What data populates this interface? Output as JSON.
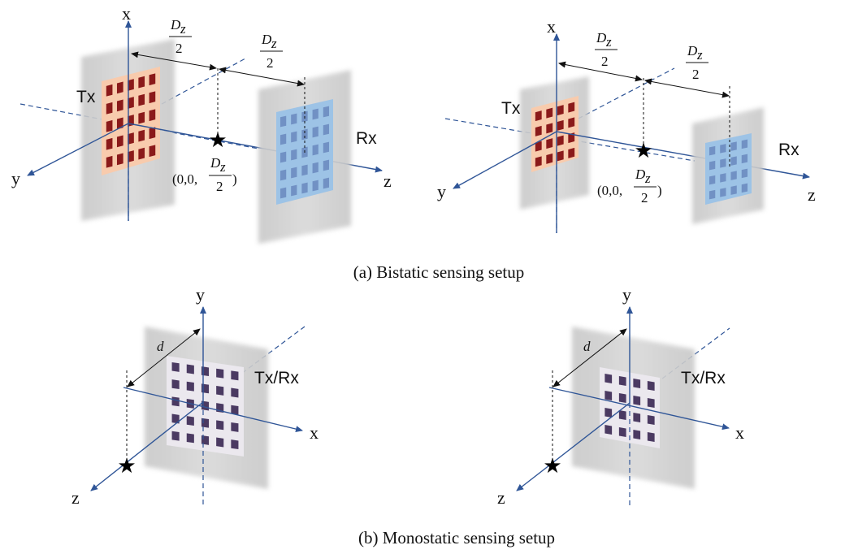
{
  "figure": {
    "caption_a": "(a) Bistatic sensing setup",
    "caption_b": "(b) Monostatic sensing setup"
  },
  "bistatic": {
    "tx_label": "Tx",
    "rx_label": "Rx",
    "axis_x": "x",
    "axis_y": "y",
    "axis_z": "z",
    "dz_num": "D",
    "dz_sub": "z",
    "dz_den": "2",
    "point_prefix": "(0,0,",
    "point_suffix": ")"
  },
  "monostatic": {
    "device_label": "Tx/Rx",
    "axis_x": "x",
    "axis_y": "y",
    "axis_z": "z",
    "distance_label": "d"
  },
  "colors": {
    "axis": "#2f5597",
    "tx_panel": "#f8cbad",
    "tx_element": "#8b1a1a",
    "rx_panel": "#9dc3e6",
    "rx_element": "#7191c4",
    "mono_panel": "#ebe8ee",
    "mono_element": "#4b3a62",
    "plate": "#d2d2d2"
  }
}
